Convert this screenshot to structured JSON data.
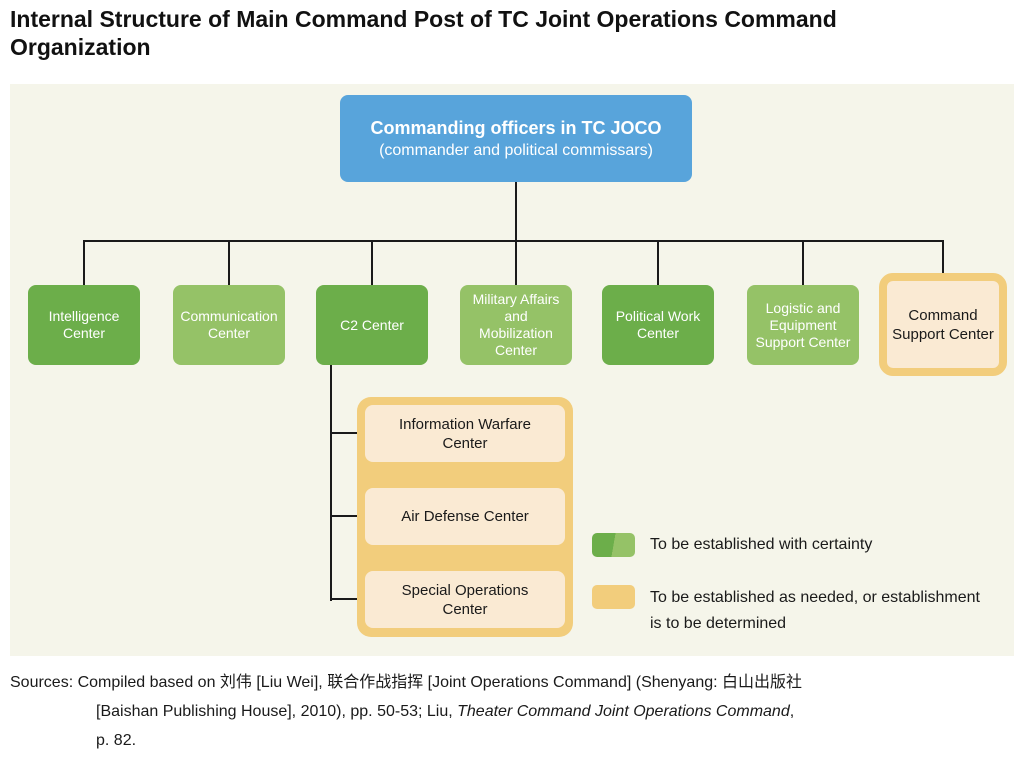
{
  "title": "Internal Structure of Main Command Post of TC Joint Operations Command Organization",
  "org": {
    "root": {
      "title": "Commanding officers in TC JOCO",
      "subtitle": "(commander and political commissars)"
    },
    "children": [
      {
        "label": "Intelligence Center",
        "status": "certain"
      },
      {
        "label": "Communication Center",
        "status": "certain"
      },
      {
        "label": "C2 Center",
        "status": "certain"
      },
      {
        "label": "Military Affairs and Mobilization Center",
        "status": "certain"
      },
      {
        "label": "Political Work Center",
        "status": "certain"
      },
      {
        "label": "Logistic and Equipment Support Center",
        "status": "certain"
      },
      {
        "label": "Command Support Center",
        "status": "as_needed"
      }
    ],
    "c2_subordinates": [
      {
        "label": "Information Warfare Center",
        "status": "as_needed"
      },
      {
        "label": "Air Defense Center",
        "status": "as_needed"
      },
      {
        "label": "Special Operations Center",
        "status": "as_needed"
      }
    ]
  },
  "legend": {
    "certain": {
      "label": "To be established with certainty"
    },
    "as_needed": {
      "label": "To be established as needed, or establishment is to be determined"
    }
  },
  "sources": {
    "label": "Sources:",
    "line1": "Compiled based on 刘伟 [Liu Wei], 联合作战指挥 [Joint Operations Command] (Shenyang: 白山出版社",
    "line2_before": "[Baishan Publishing House], 2010), pp. 50-53; Liu, ",
    "line2_italic": "Theater Command Joint Operations Command",
    "line2_after": ",",
    "line3": "p. 82."
  },
  "colors": {
    "diagram_background": "#F5F5EA",
    "root_box_blue": "#58A4DB",
    "green_dark": "#6CAE4A",
    "green_light": "#95C267",
    "tan": "#F2CD7C",
    "cream": "#FAEAD3",
    "connector": "#1A1A1A"
  }
}
